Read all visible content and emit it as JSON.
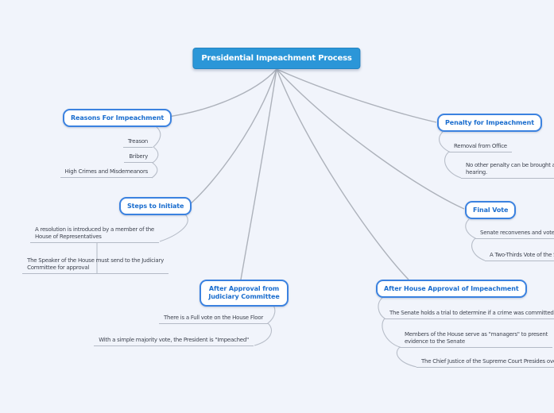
{
  "app": {
    "background_color": "#f1f4fb",
    "type": "mind-map"
  },
  "colors": {
    "root_fill": "#2b96d8",
    "root_text": "#ffffff",
    "topic_border": "#3b82e0",
    "topic_text": "#1a6dce",
    "leaf_text": "#3f4450",
    "leaf_underline": "#b4bac6",
    "edge_line": "#adb2bb"
  },
  "root": {
    "label": "Presidential Impeachment Process"
  },
  "topics": [
    {
      "label": "Reasons For Impeachment",
      "children": [
        {
          "lines": [
            "Treason"
          ]
        },
        {
          "lines": [
            "Bribery"
          ]
        },
        {
          "lines": [
            "High Crimes and Misdemeanors"
          ]
        }
      ]
    },
    {
      "label": "Steps to Initiate",
      "children": [
        {
          "lines": [
            "A resolution is introduced by a member of the",
            "House of Representatives"
          ]
        },
        {
          "lines": [
            "The Speaker of the House must send to the Judiciary",
            "Committee for approval"
          ]
        }
      ]
    },
    {
      "label": "After Approval from Judiciary Committee",
      "children": [
        {
          "lines": [
            "There is a Full vote on the House Floor"
          ]
        },
        {
          "lines": [
            "With a simple majority vote, the President is \"Impeached\""
          ]
        }
      ]
    },
    {
      "label": "Penalty for Impeachment",
      "children": [
        {
          "lines": [
            "Removal from Office"
          ]
        },
        {
          "lines": [
            "No other penalty can be brought again",
            "hearing."
          ]
        }
      ]
    },
    {
      "label": "Final Vote",
      "children": [
        {
          "lines": [
            "Senate reconvenes and votes af"
          ]
        },
        {
          "lines": [
            "A Two-Thirds Vote of the S"
          ]
        }
      ]
    },
    {
      "label": "After House Approval of Impeachment",
      "children": [
        {
          "lines": [
            "The Senate holds a trial to determine if a crime was committed"
          ]
        },
        {
          "lines": [
            "Members of the House serve as \"managers\" to present",
            "evidence to the Senate"
          ]
        },
        {
          "lines": [
            "The Chief Justice of the Supreme Court Presides over the Tri"
          ]
        }
      ]
    }
  ]
}
